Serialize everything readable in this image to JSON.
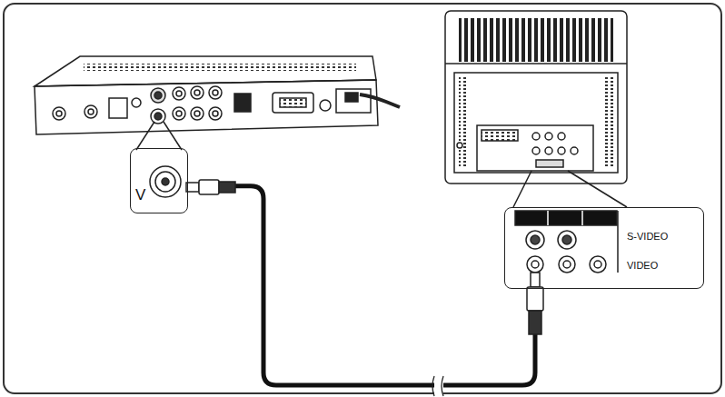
{
  "diagram": {
    "nodes": [
      {
        "text": [
          "V"
        ]
      },
      {
        "text": [
          "S-VIDEO",
          "VIDEO"
        ]
      }
    ],
    "edges": [
      {
        "from": 0,
        "to": 1,
        "arrow": "none"
      }
    ]
  }
}
